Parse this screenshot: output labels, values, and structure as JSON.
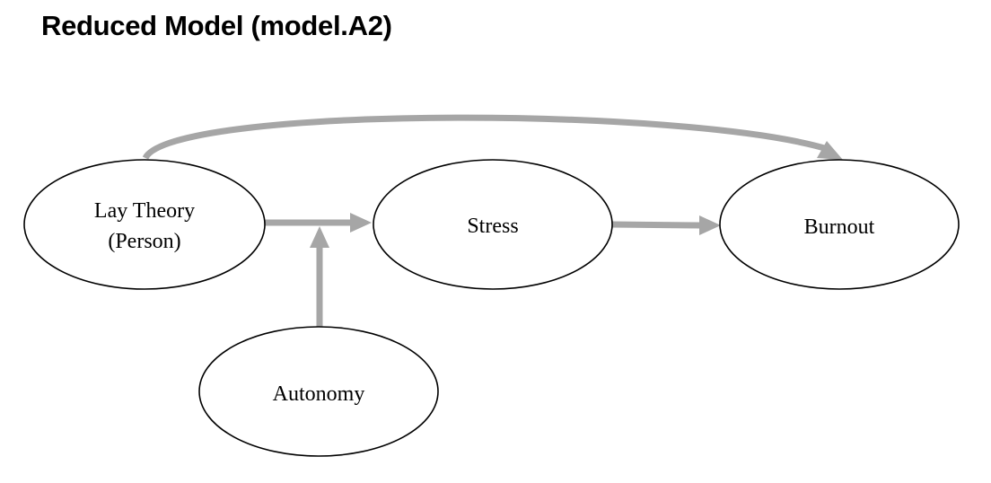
{
  "title": "Reduced Model (model.A2)",
  "colors": {
    "arrow": "#a6a6a6",
    "node_stroke": "#000000",
    "node_fill": "#ffffff",
    "text": "#000000"
  },
  "nodes": {
    "lay_theory": {
      "line1": "Lay Theory",
      "line2": "(Person)"
    },
    "stress": {
      "label": "Stress"
    },
    "burnout": {
      "label": "Burnout"
    },
    "autonomy": {
      "label": "Autonomy"
    }
  },
  "edges": [
    {
      "from": "Lay Theory (Person)",
      "to": "Stress"
    },
    {
      "from": "Stress",
      "to": "Burnout"
    },
    {
      "from": "Lay Theory (Person)",
      "to": "Burnout"
    },
    {
      "from": "Autonomy",
      "to": "Lay Theory (Person) → Stress"
    }
  ]
}
